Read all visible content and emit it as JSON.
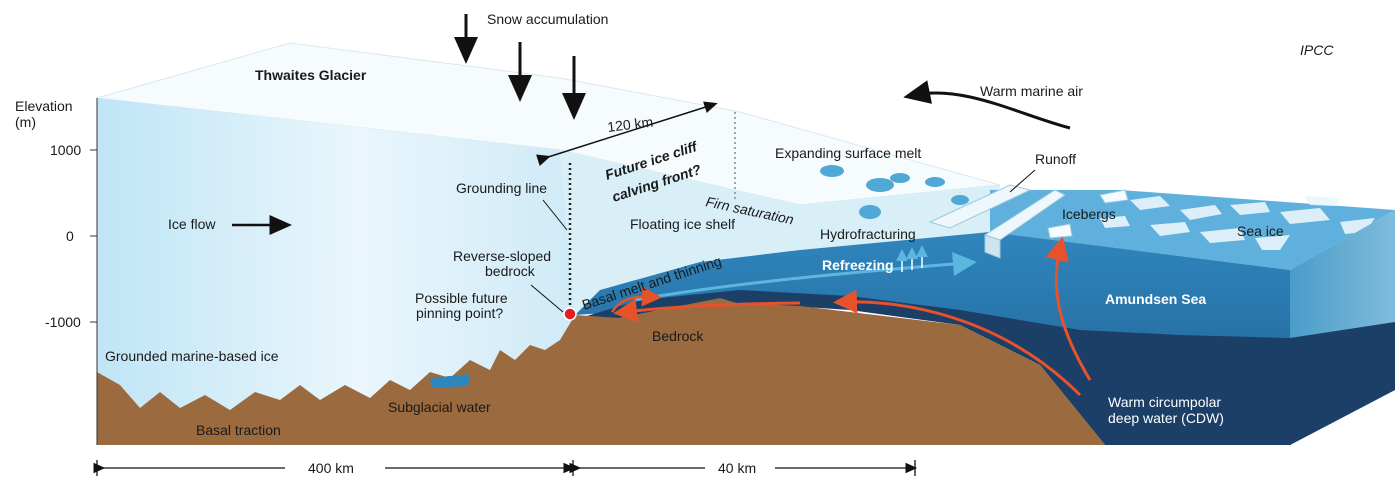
{
  "source": "IPCC",
  "title": "Thwaites Glacier",
  "labels": {
    "snow_accumulation": "Snow accumulation",
    "warm_marine_air": "Warm marine air",
    "elevation_axis": "Elevation",
    "elevation_unit": "(m)",
    "distance_120": "120 km",
    "future_cliff_line1": "Future ice cliff",
    "future_cliff_line2": "calving front?",
    "expanding_melt": "Expanding surface melt",
    "runoff": "Runoff",
    "grounding_line": "Grounding line",
    "firn_saturation": "Firn saturation",
    "ice_flow": "Ice flow",
    "floating_shelf": "Floating ice shelf",
    "hydrofracturing": "Hydrofracturing",
    "icebergs": "Icebergs",
    "sea_ice": "Sea ice",
    "reverse_line1": "Reverse-sloped",
    "reverse_line2": "bedrock",
    "basal_melt": "Basal melt and thinning",
    "refreezing": "Refreezing",
    "amundsen_sea": "Amundsen Sea",
    "pinning_line1": "Possible future",
    "pinning_line2": "pinning point?",
    "bedrock": "Bedrock",
    "grounded_ice": "Grounded marine-based ice",
    "subglacial_water": "Subglacial water",
    "basal_traction": "Basal traction",
    "cdw_line1": "Warm circumpolar",
    "cdw_line2": "deep water (CDW)"
  },
  "elevation_ticks": [
    "1000",
    "0",
    "-1000"
  ],
  "scale_bars": {
    "left": "400 km",
    "right": "40 km"
  },
  "colors": {
    "ice_light": "#e6f4fb",
    "ice_mid": "#a9d8ee",
    "shelf": "#c9e7f5",
    "ocean_surface": "#8fcbe7",
    "ocean_face": "#2b7bb0",
    "deep_water": "#1b3f66",
    "bedrock": "#9b6a3e",
    "warm_arrow": "#e8522a",
    "cool_arrow": "#5bb7e0",
    "pin_point": "#e02020"
  }
}
